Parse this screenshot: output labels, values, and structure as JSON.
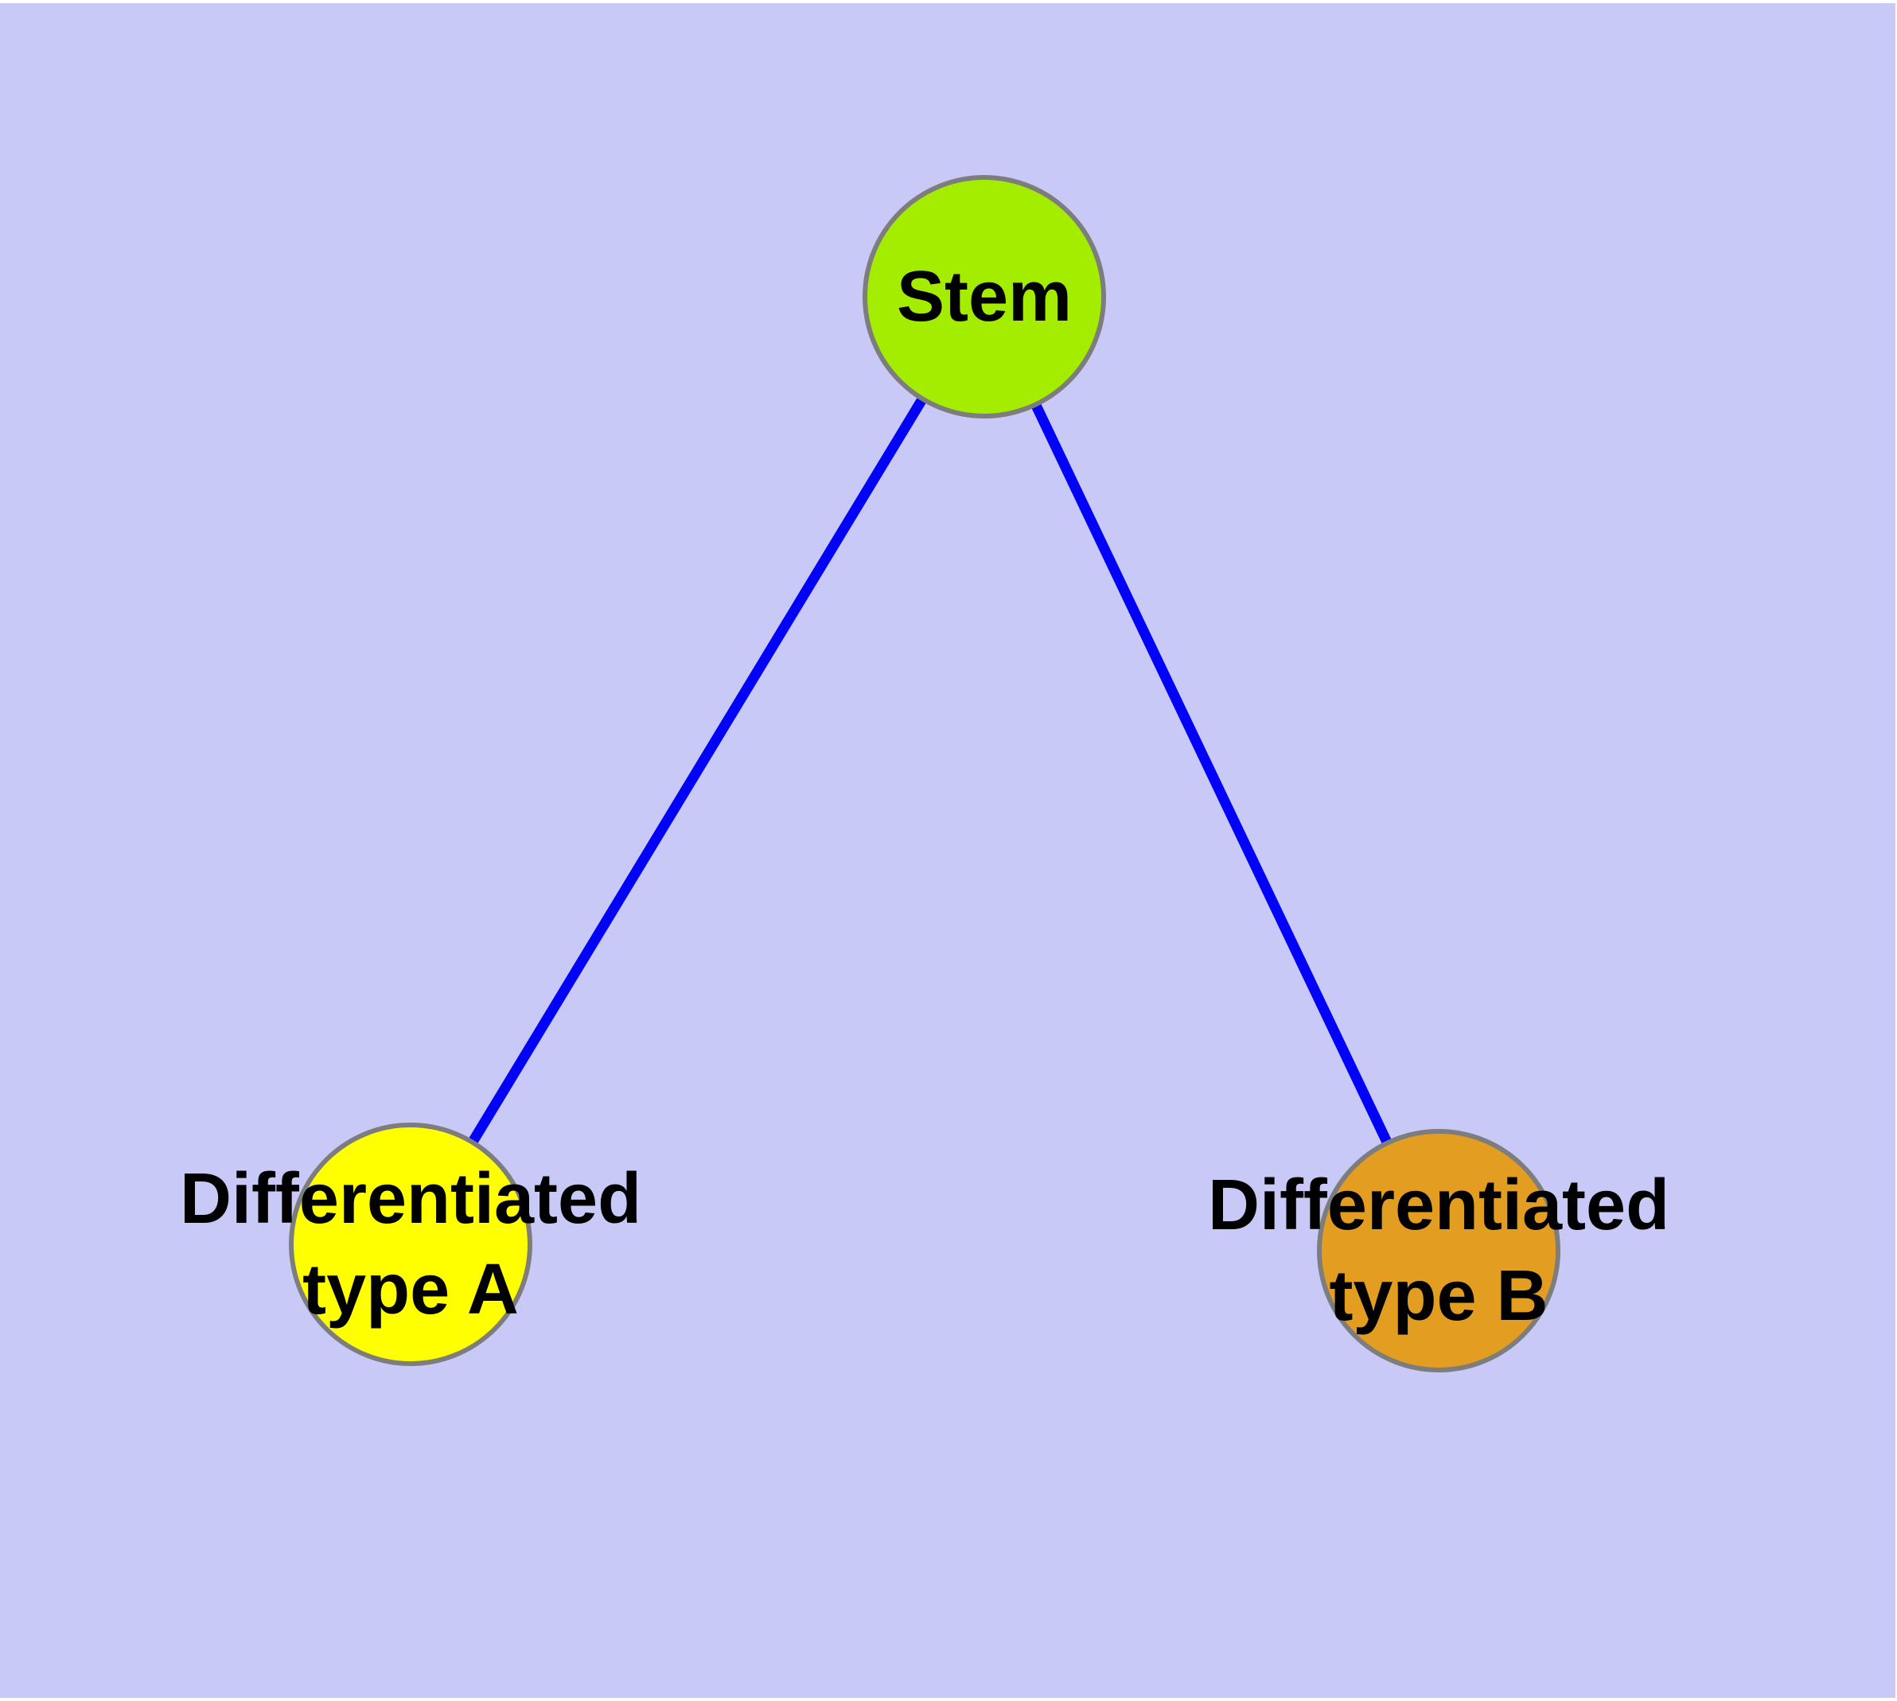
{
  "diagram": {
    "background_color": "#C9C9F7",
    "page_margin_color": "#FFFFFF",
    "edge_color": "#0202F8",
    "node_border_color": "#7D7D7D",
    "text_color": "#000000",
    "nodes": {
      "stem": {
        "label": "Stem",
        "color": "#A4EC00"
      },
      "type_a": {
        "label_line1": "Differentiated",
        "label_line2": "type A",
        "color": "#FFFF00"
      },
      "type_b": {
        "label_line1": "Differentiated",
        "label_line2": "type B",
        "color": "#E39E22"
      }
    },
    "edges": [
      {
        "from": "Stem",
        "to": "Differentiated type A"
      },
      {
        "from": "Stem",
        "to": "Differentiated type B"
      }
    ]
  }
}
